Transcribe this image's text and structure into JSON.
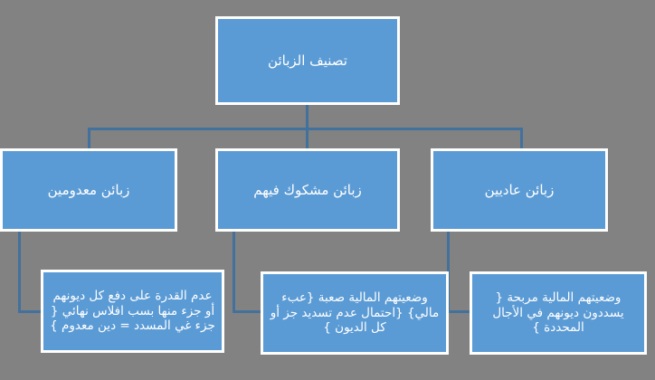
{
  "diagram": {
    "title_node": {
      "label": "تصنيف الزبائن"
    },
    "colors": {
      "background": "#828282",
      "node_fill": "#5B9BD5",
      "node_border": "#FFFFFF",
      "connector": "#41719C",
      "text": "#FFFFFF"
    },
    "categories": [
      {
        "id": "left",
        "label": "زبائن معدومين"
      },
      {
        "id": "center",
        "label": "زبائن مشكوك فيهم"
      },
      {
        "id": "right",
        "label": "زبائن عاديين"
      }
    ],
    "descriptions": [
      {
        "id": "left",
        "label": "عدم القدرة على دفع كل ديونهم أو جزء منها بسب افلاس نهائي { جزء غي المسدد = دين معدوم }"
      },
      {
        "id": "center",
        "label": "وضعيتهم المالية صعبة {عبء مالي} {احتمال عدم تسديد جز أو كل الديون }"
      },
      {
        "id": "right",
        "label": "وضعيتهم المالية مربحة { يسددون ديونهم في الأجال المحددة }"
      }
    ]
  }
}
